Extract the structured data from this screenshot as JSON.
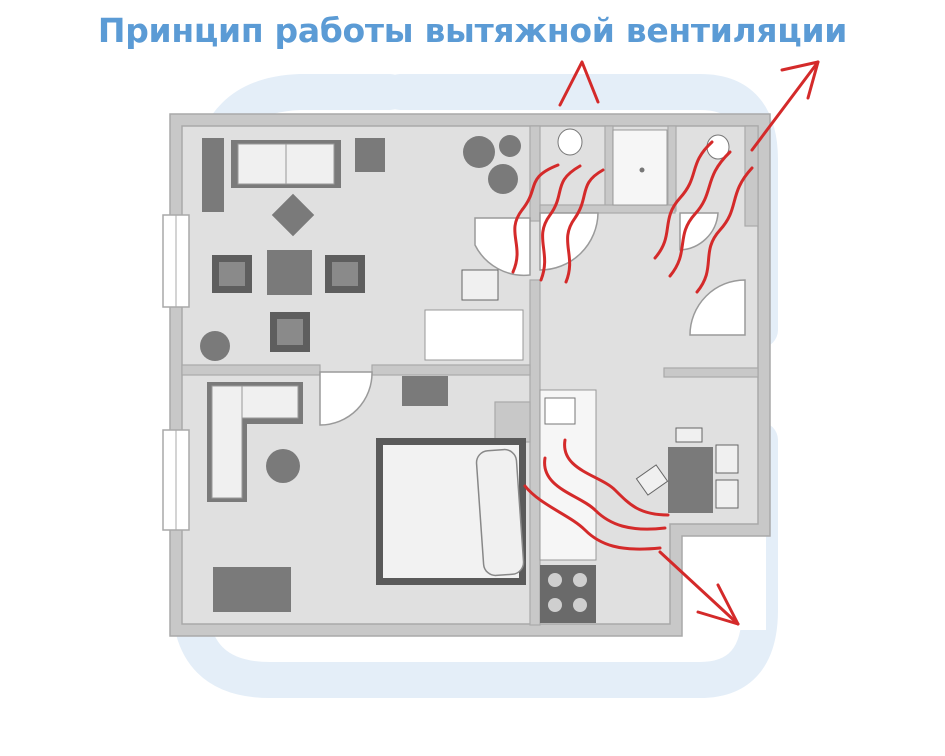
{
  "title": "Принцип работы вытяжной вентиляции",
  "colors": {
    "title": "#5b9bd5",
    "watermark": "#e3eef8",
    "wall": "#c9c9c9",
    "floor": "#e1e1e1",
    "furniture": "#7a7a7a",
    "furniture_light": "#f2f2f2",
    "airflow": "#d42a2a"
  },
  "rooms": [
    "living-room",
    "bedroom",
    "bathroom",
    "toilet",
    "hallway",
    "kitchen"
  ],
  "icons": [
    "wavy-airflow-icon",
    "exhaust-arrow-icon"
  ]
}
